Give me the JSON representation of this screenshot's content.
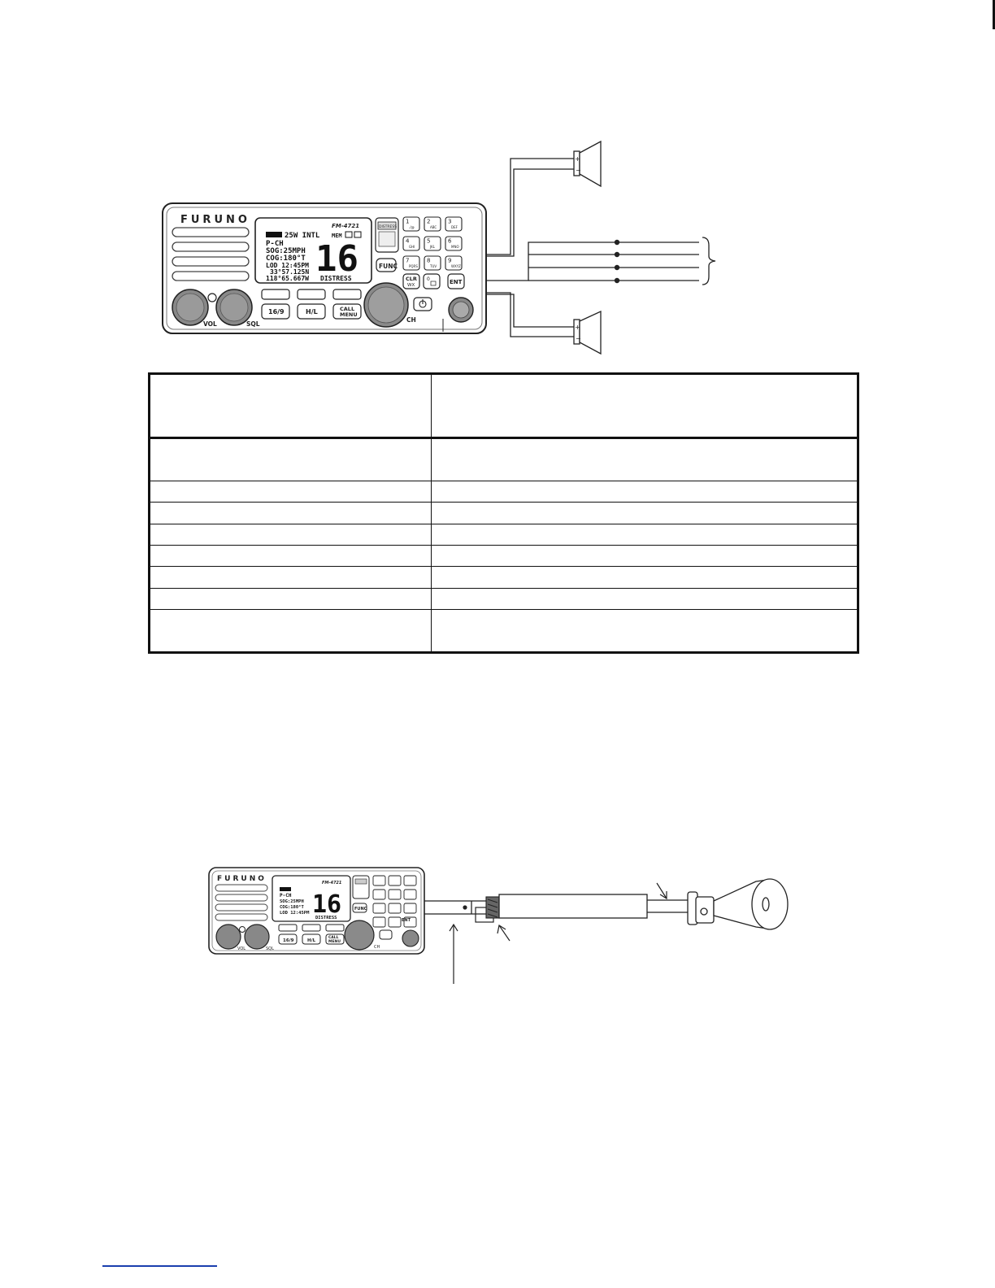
{
  "radio": {
    "brand": "FURUNO",
    "model": "FM-4721",
    "screen": {
      "line1": "25W INTL",
      "line1_icons": "MEM",
      "line2": "P-CH",
      "line3": "SOG:25MPH",
      "line4": "COG:180°T",
      "line5": "LOD 12:45PM",
      "line6": "33°57.125N",
      "line7": "118°65.667W",
      "channel": "16",
      "status": "DISTRESS"
    },
    "buttons": {
      "distress": "DISTRESS",
      "func": "FUNC",
      "clr_top": "CLR",
      "clr_bottom": "WX",
      "ent": "ENT",
      "sixteen_nine": "16/9",
      "hi_lo": "H/L",
      "call_top": "CALL",
      "call_bottom": "MENU"
    },
    "keypad": [
      {
        "num": "1",
        "sub": "./@"
      },
      {
        "num": "2",
        "sub": "ABC"
      },
      {
        "num": "3",
        "sub": "DEF"
      },
      {
        "num": "4",
        "sub": "GHI"
      },
      {
        "num": "5",
        "sub": "JKL"
      },
      {
        "num": "6",
        "sub": "MNO"
      },
      {
        "num": "7",
        "sub": "PQRS"
      },
      {
        "num": "8",
        "sub": "TUV"
      },
      {
        "num": "9",
        "sub": "WXYZ"
      },
      {
        "num": "0",
        "sub": ""
      }
    ],
    "labels": {
      "vol": "VOL",
      "sql": "SQL",
      "ch": "CH"
    }
  },
  "table": {
    "rows": [
      [
        "",
        ""
      ],
      [
        "",
        ""
      ],
      [
        "",
        ""
      ],
      [
        "",
        ""
      ],
      [
        "",
        ""
      ],
      [
        "",
        ""
      ],
      [
        "",
        ""
      ],
      [
        "",
        ""
      ],
      [
        "",
        ""
      ]
    ]
  }
}
